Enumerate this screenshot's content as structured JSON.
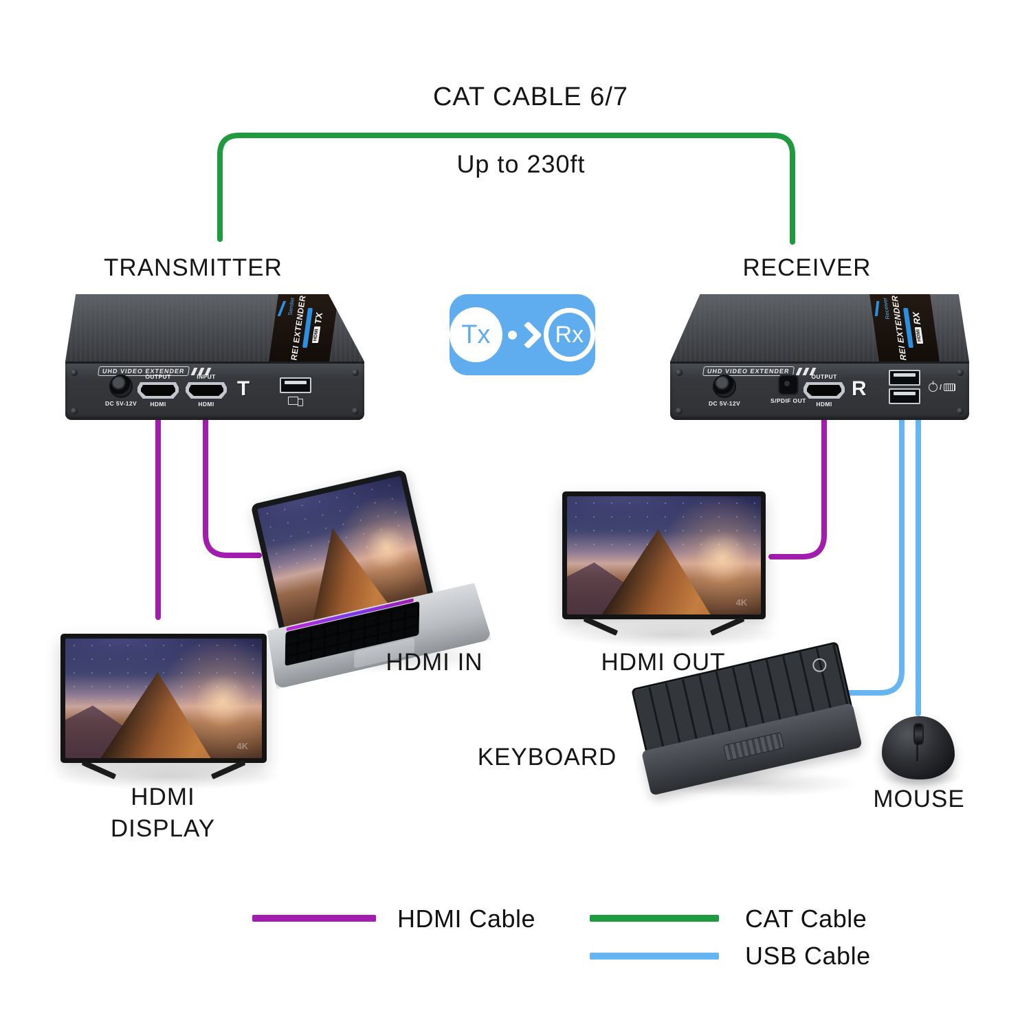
{
  "colors": {
    "hdmi_cable": "#A21CAF",
    "cat_cable": "#1F9A3F",
    "usb_cable": "#64B5F2",
    "badge_bg": "#5FACEF"
  },
  "top": {
    "cable_title": "CAT CABLE 6/7",
    "cable_subtitle": "Up to 230ft"
  },
  "badge": {
    "tx_label": "Tx",
    "rx_label": "Rx"
  },
  "transmitter": {
    "title": "TRANSMITTER",
    "panel_badge": "UHD VIDEO EXTENDER",
    "power_label": "DC 5V-12V",
    "hdmi_out_top": "OUTPUT",
    "hdmi_out_bottom": "HDMI",
    "hdmi_in_top": "INPUT",
    "hdmi_in_bottom": "HDMI",
    "marker": "T",
    "side": {
      "role": "Sender",
      "brand": "REI EXTENDER",
      "hdmi_chip": "HDMI",
      "model": "TX"
    }
  },
  "receiver": {
    "title": "RECEIVER",
    "panel_badge": "UHD VIDEO EXTENDER",
    "power_label": "DC 5V-12V",
    "spdif_label": "S/PDIF OUT",
    "hdmi_out_top": "OUTPUT",
    "hdmi_out_bottom": "HDMI",
    "marker": "R",
    "side": {
      "role": "Receiver",
      "brand": "REI EXTENDER",
      "hdmi_chip": "HDMI",
      "model": "RX"
    }
  },
  "labels": {
    "hdmi_in": "HDMI IN",
    "hdmi_out": "HDMI OUT",
    "keyboard": "KEYBOARD",
    "mouse": "MOUSE",
    "display_line1": "HDMI",
    "display_line2": "DISPLAY"
  },
  "screen": {
    "watermark": "4K"
  },
  "legend": [
    {
      "label": "HDMI Cable",
      "color": "#A21CAF"
    },
    {
      "label": "CAT Cable",
      "color": "#1F9A3F"
    },
    {
      "label": "USB Cable",
      "color": "#64B5F2"
    }
  ]
}
